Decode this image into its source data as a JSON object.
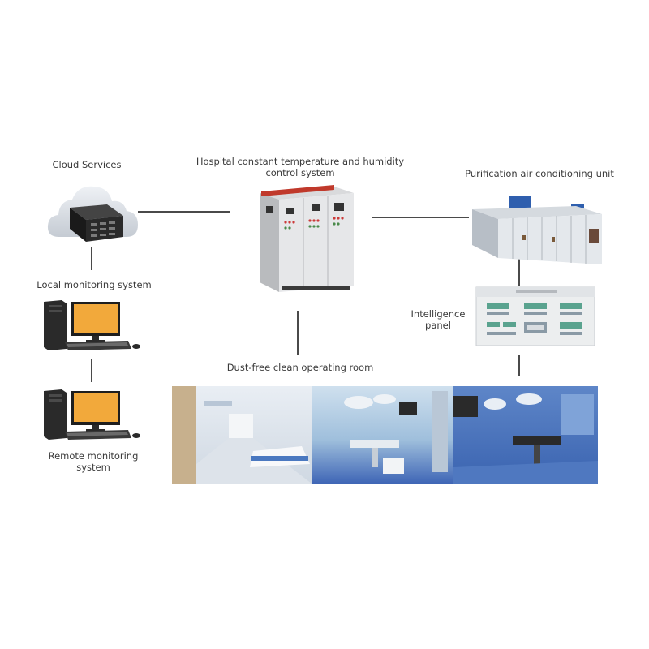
{
  "nodes": {
    "cloud": {
      "label": "Cloud Services"
    },
    "control_system": {
      "label_line1": "Hospital constant temperature and humidity",
      "label_line2": "control system"
    },
    "purification_unit": {
      "label": "Purification air conditioning unit"
    },
    "local_monitoring": {
      "label": "Local monitoring system"
    },
    "intelligence_panel": {
      "label_line1": "Intelligence",
      "label_line2": "panel"
    },
    "operating_room": {
      "label": "Dust-free clean operating room"
    },
    "remote_monitoring": {
      "label_line1": "Remote monitoring",
      "label_line2": "system"
    }
  },
  "colors": {
    "line": "#4a4a4a",
    "cabinet_trim": "#c0392b",
    "room_blue": "#4a78c0",
    "monitor_screen": "#f2a93b"
  }
}
